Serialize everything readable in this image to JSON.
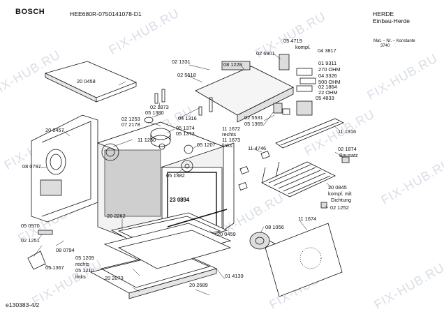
{
  "header": {
    "brand": "BOSCH",
    "model": "HEE680R-0750141078-D1",
    "title1": "HERDE",
    "title2": "Einbau-Herde",
    "note1": "Mat. – Nr. – Konstante",
    "note2": "3740"
  },
  "footer": {
    "code": "e130383-4/2"
  },
  "watermark": "FIX-HUB.RU",
  "labels": {
    "p200458": "20 0458",
    "p200457": "20 0457",
    "p080797": "08 0797",
    "p021331": "02 1331",
    "p081228": "08 1228",
    "p026901": "02 6901",
    "p054719": "05 4719",
    "kompl1": "kompl.",
    "p043817": "04 3817",
    "p025518": "02 5518",
    "p019311": "01 9311",
    "ohm270": "270 OHM",
    "p043326": "04 3326",
    "ohm500": "500 OHM",
    "p021864": "02 1864",
    "ohm22": "22 OHM",
    "p054833": "05 4833",
    "p021873": "02 1873",
    "p051380": "05 1380",
    "p041316": "04 1316",
    "p021253": "02 1253",
    "p072178": "07 2178",
    "p025531": "02 5531",
    "p051369": "05 1369",
    "p051374": "05 1374",
    "p051373": "05 1373",
    "p111672": "11 1672",
    "rechts1": "rechts",
    "p111673": "11 1673",
    "links1": "links",
    "p111316": "11 1316",
    "p111250": "11 1250",
    "p051207": "05 1207",
    "p114746": "11 4746",
    "p021874": "02 1874",
    "bausatz": "Bausatz",
    "p051382": "05 1382",
    "p200845": "20 0845",
    "kompl2": "kompl. mit",
    "dichtung": "Dichtung",
    "p021252": "02 1252",
    "p230894": "23 0894",
    "p050970": "05 0970",
    "p202262": "20 2262",
    "p200459": "20 0459",
    "p081056": "08 1056",
    "p111674": "11 1674",
    "p021251": "02 1251",
    "p080794": "08 0794",
    "p051209": "05 1209",
    "rechts2": "rechts",
    "p051210": "05 1210",
    "links2": "links",
    "p051367": "05 1367",
    "p202073": "20 2073",
    "p202689": "20 2689",
    "p014139": "01 4139"
  }
}
